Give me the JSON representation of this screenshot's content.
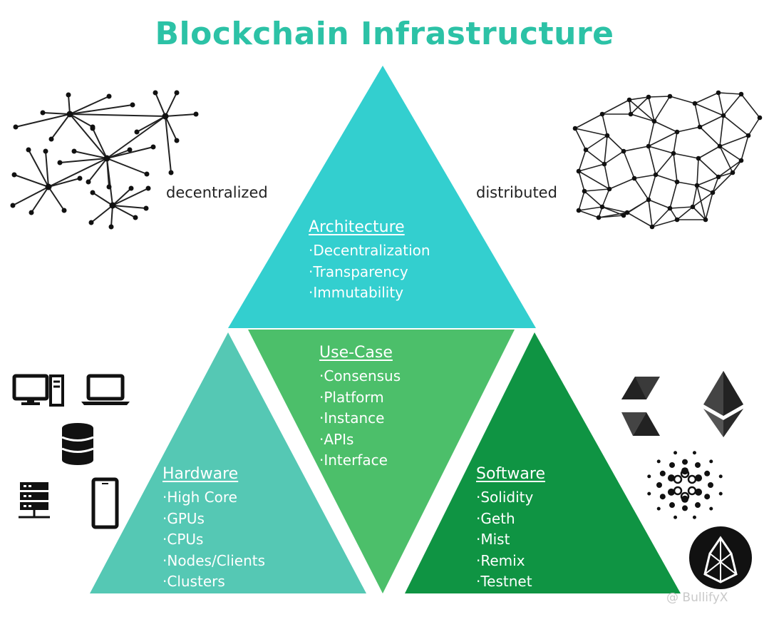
{
  "title": "Blockchain Infrastructure",
  "network_labels": {
    "left": "decentralized",
    "right": "distributed"
  },
  "sections": {
    "architecture": {
      "heading": "Architecture",
      "items": [
        "Decentralization",
        "Transparency",
        "Immutability"
      ],
      "color": "#33cfcf"
    },
    "use_case": {
      "heading": "Use-Case",
      "items": [
        "Consensus",
        "Platform",
        "Instance",
        "APIs",
        "Interface"
      ],
      "color": "#4cbf6a"
    },
    "hardware": {
      "heading": "Hardware",
      "items": [
        "High Core",
        "GPUs",
        "CPUs",
        "Nodes/Clients",
        "Clusters"
      ],
      "color": "#55c8b4"
    },
    "software": {
      "heading": "Software",
      "items": [
        "Solidity",
        "Geth",
        "Mist",
        "Remix",
        "Testnet"
      ],
      "color": "#0f9443"
    }
  },
  "icons": {
    "hardware": [
      "desktop-computer-icon",
      "laptop-icon",
      "database-icon",
      "server-rack-icon",
      "smartphone-icon"
    ],
    "software": [
      "solidity-logo-icon",
      "ethereum-logo-icon",
      "cardano-logo-icon",
      "eos-logo-icon"
    ]
  },
  "watermark": "@ BullifyX",
  "title_color": "#2cc2a6"
}
